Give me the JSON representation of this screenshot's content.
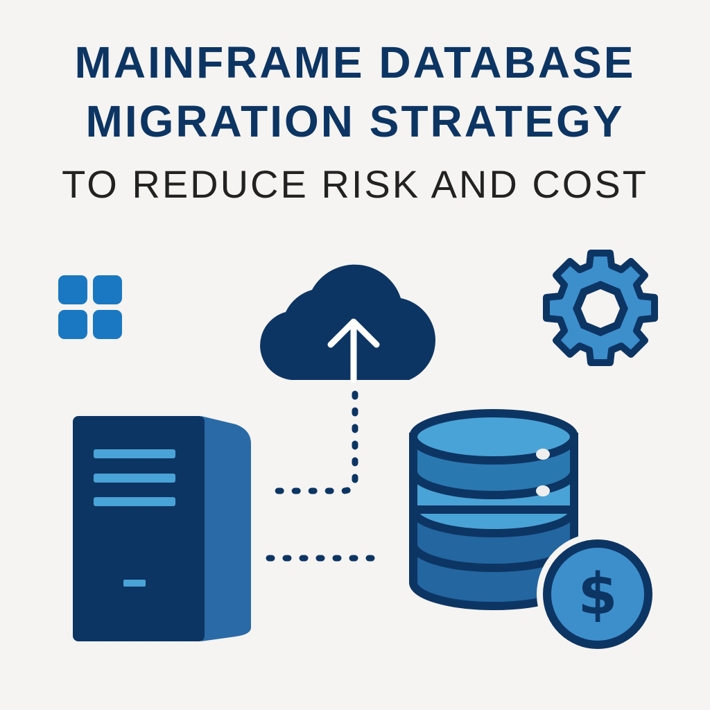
{
  "title": {
    "line1": "MAINFRAME DATABASE",
    "line2": "MIGRATION STRATEGY"
  },
  "subtitle": "TO REDUCE RISK AND COST",
  "icons": [
    "windows-logo-icon",
    "cloud-upload-icon",
    "gear-icon",
    "server-icon",
    "database-icon",
    "dollar-coin-icon"
  ],
  "coin_symbol": "$",
  "colors": {
    "navy": "#0d3563",
    "mid_blue": "#2a78b0",
    "light_blue": "#4aa3d6",
    "bg": "#f5f4f2"
  }
}
